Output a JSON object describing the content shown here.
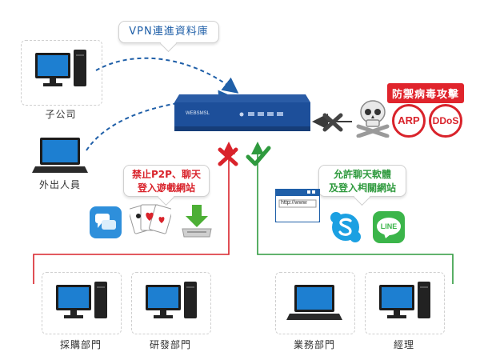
{
  "vpn_bubble": {
    "text": "VPN連進資料庫"
  },
  "threat": {
    "title": "防禦病毒攻擊",
    "badges": [
      "ARP",
      "DDoS"
    ]
  },
  "router": {
    "brand": "WEBSMSL"
  },
  "block_bubble": {
    "line1": "禁止P2P、聊天",
    "line2": "登入遊戲網站"
  },
  "allow_bubble": {
    "line1": "允許聊天軟體",
    "line2": "及登入相關網站"
  },
  "browser": {
    "url": "http://www"
  },
  "line_app": {
    "text": "LINE"
  },
  "nodes": {
    "subsidiary": "子公司",
    "remote": "外出人員",
    "purchasing": "採購部門",
    "rd": "研發部門",
    "sales": "業務部門",
    "manager": "經理"
  },
  "colors": {
    "deny": "#d9232b",
    "allow": "#2f9a3e",
    "vpn": "#1f5fa8",
    "router": "#1d4f9a"
  }
}
